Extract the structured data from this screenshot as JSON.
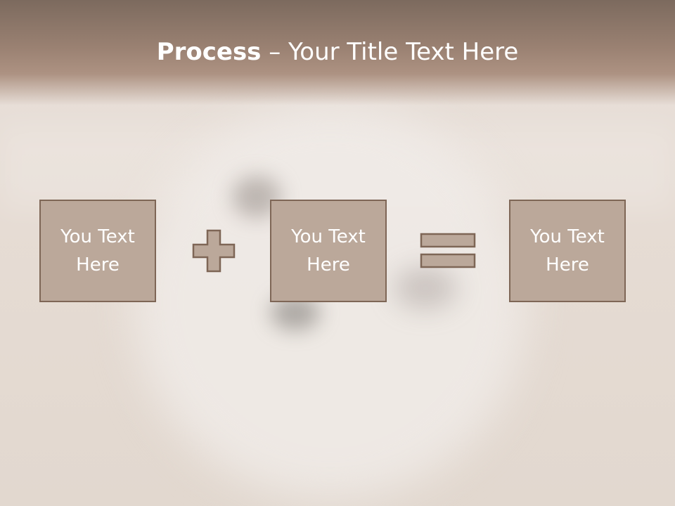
{
  "title": {
    "bold": "Process",
    "rest": " – Your Title Text Here"
  },
  "boxes": [
    {
      "text": "You Text Here"
    },
    {
      "text": "You Text Here"
    },
    {
      "text": "You Text Here"
    }
  ],
  "colors": {
    "header": "#9a8172",
    "box_fill": "#bba89a",
    "box_border": "#7e6656",
    "text": "#ffffff"
  },
  "icons": [
    "plus-icon",
    "equals-icon"
  ]
}
